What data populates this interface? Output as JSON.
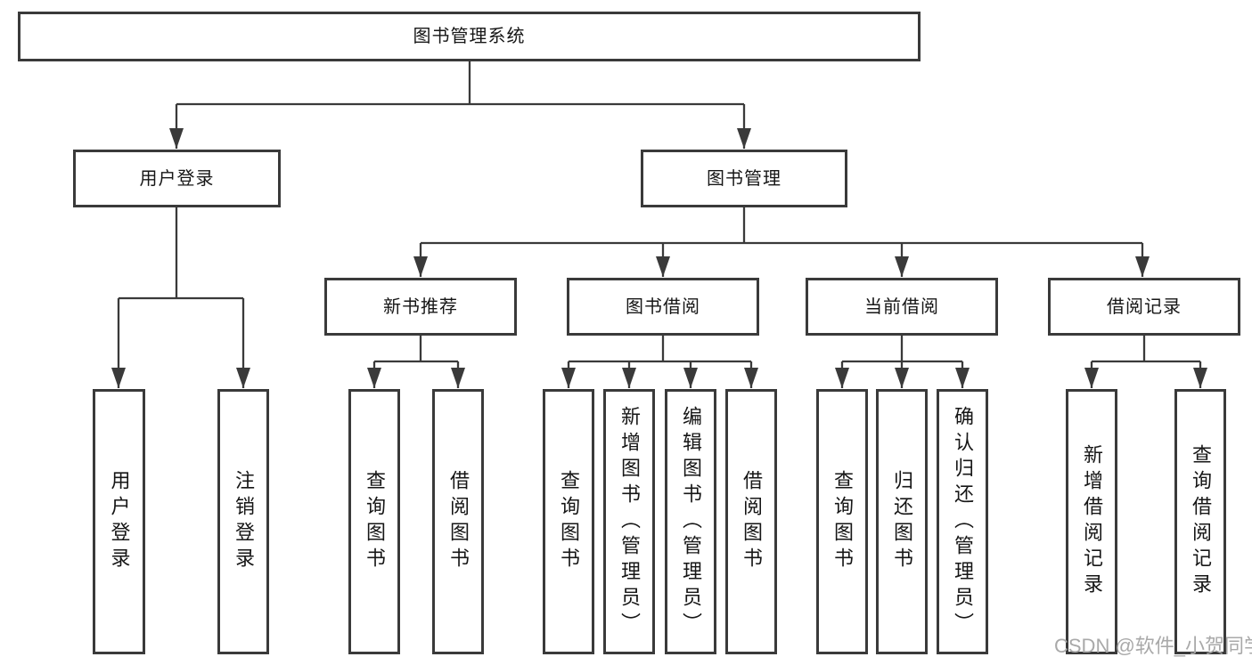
{
  "diagram": {
    "type": "tree",
    "root": {
      "label": "图书管理系统",
      "children": [
        {
          "label": "用户登录",
          "children": [
            {
              "label": "用户登录"
            },
            {
              "label": "注销登录"
            }
          ]
        },
        {
          "label": "图书管理",
          "children": [
            {
              "label": "新书推荐",
              "children": [
                {
                  "label": "查询图书"
                },
                {
                  "label": "借阅图书"
                }
              ]
            },
            {
              "label": "图书借阅",
              "children": [
                {
                  "label": "查询图书"
                },
                {
                  "label": "新增图书（管理员）"
                },
                {
                  "label": "编辑图书（管理员）"
                },
                {
                  "label": "借阅图书"
                }
              ]
            },
            {
              "label": "当前借阅",
              "children": [
                {
                  "label": "查询图书"
                },
                {
                  "label": "归还图书"
                },
                {
                  "label": "确认归还（管理员）"
                }
              ]
            },
            {
              "label": "借阅记录",
              "children": [
                {
                  "label": "新增借阅记录"
                },
                {
                  "label": "查询借阅记录"
                }
              ]
            }
          ]
        }
      ]
    }
  },
  "watermark": {
    "text": "CSDN @软件_小贺同学"
  },
  "colors": {
    "line": "#3a3a3a",
    "box_border": "#3a3a3a",
    "box_background": "#ffffff",
    "text": "#161616",
    "watermark": "#a9a9a9"
  }
}
